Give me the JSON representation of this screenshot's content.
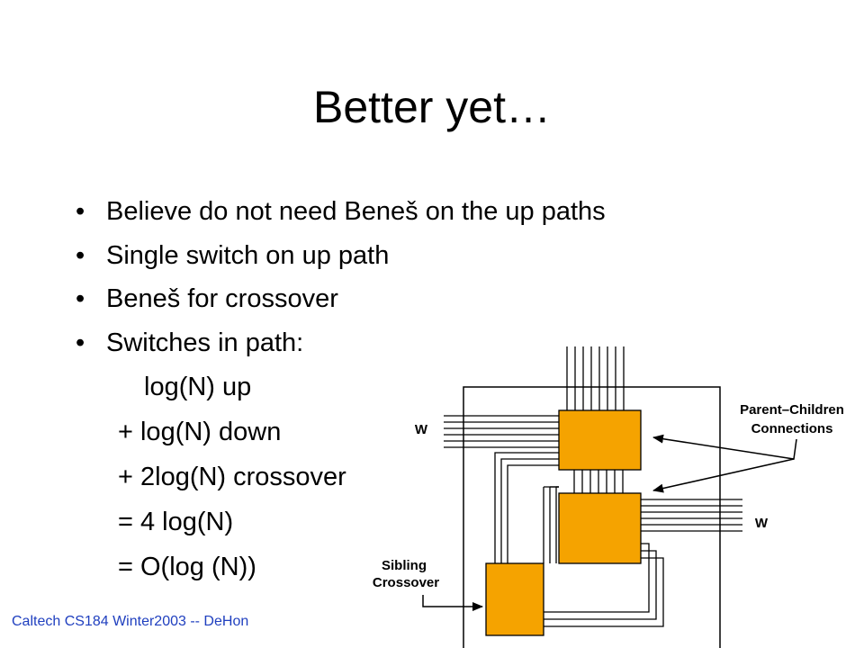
{
  "slide": {
    "title": "Better yet…",
    "bullet_glyph": "•",
    "bullets": [
      "Believe do not need Beneš on the up paths",
      "Single switch on up path",
      "Beneš for crossover",
      "Switches in path:"
    ],
    "sublines": [
      "log(N) up",
      "+ log(N) down",
      "+ 2log(N) crossover",
      "= 4 log(N)",
      "= O(log (N))"
    ],
    "footer": "Caltech CS184 Winter2003 -- DeHon"
  },
  "diagram": {
    "label_parent_children_1": "Parent–Children",
    "label_parent_children_2": "Connections",
    "label_w_left": "W",
    "label_w_right": "W",
    "label_sibling_1": "Sibling",
    "label_sibling_2": "Crossover",
    "switch_fill": "#f5a300"
  }
}
